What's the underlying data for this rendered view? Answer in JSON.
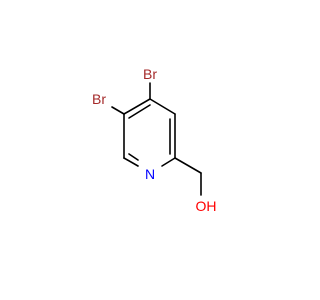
{
  "molecule": {
    "atoms": {
      "br_top": {
        "label": "Br",
        "color": "#a52a2a"
      },
      "br_left": {
        "label": "Br",
        "color": "#a52a2a"
      },
      "nitrogen": {
        "label": "N",
        "color": "#0000ff"
      },
      "hydroxyl": {
        "label": "OH",
        "color": "#ff0000"
      }
    }
  }
}
